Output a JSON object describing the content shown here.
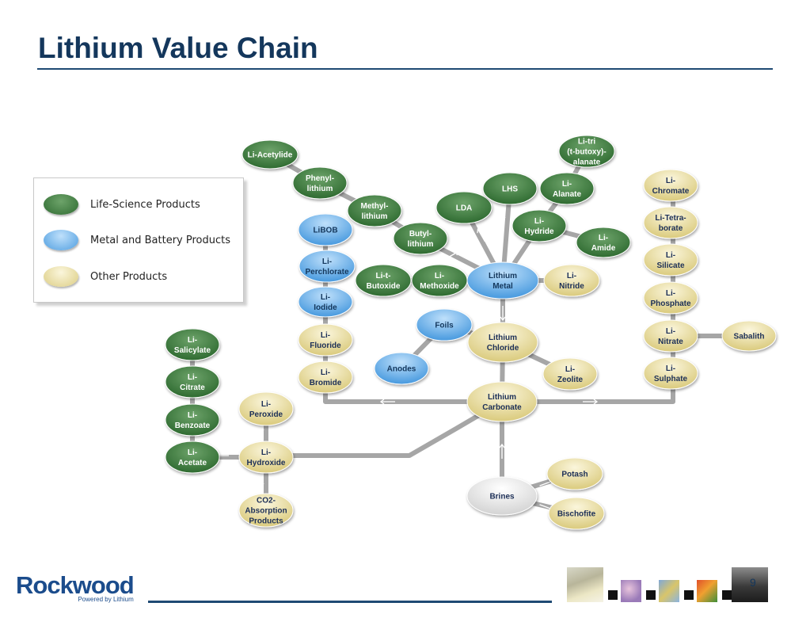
{
  "title": "Lithium Value Chain",
  "page_number": "9",
  "logo": {
    "name": "Rockwood",
    "tagline": "Powered by Lithium"
  },
  "colors": {
    "title": "#14375c",
    "rule": "#1f4a73",
    "life_science": "#3f7f3f",
    "metal_battery": "#6aaee6",
    "other": "#ece0a4",
    "white": "#f2f2f2",
    "connector": "#a6a6a6"
  },
  "legend": [
    {
      "kind": "life_science",
      "label": "Life-Science Products"
    },
    {
      "kind": "metal_battery",
      "label": "Metal and Battery Products"
    },
    {
      "kind": "other",
      "label": "Other Products"
    }
  ],
  "nodes": [
    {
      "id": "acetylide",
      "kind": "life_science",
      "lines": [
        "Li-Acetylide"
      ]
    },
    {
      "id": "phenyl",
      "kind": "life_science",
      "lines": [
        "Phenyl-",
        "lithium"
      ]
    },
    {
      "id": "methyl",
      "kind": "life_science",
      "lines": [
        "Methyl-",
        "lithium"
      ]
    },
    {
      "id": "butyl",
      "kind": "life_science",
      "lines": [
        "Butyl-",
        "lithium"
      ]
    },
    {
      "id": "lda",
      "kind": "life_science",
      "lines": [
        "LDA"
      ]
    },
    {
      "id": "lhs",
      "kind": "life_science",
      "lines": [
        "LHS"
      ]
    },
    {
      "id": "tributoxy",
      "kind": "life_science",
      "lines": [
        "Li-tri",
        "(t-butoxy)-",
        "alanate"
      ]
    },
    {
      "id": "alanate",
      "kind": "life_science",
      "lines": [
        "Li-",
        "Alanate"
      ]
    },
    {
      "id": "hydride",
      "kind": "life_science",
      "lines": [
        "Li-",
        "Hydride"
      ]
    },
    {
      "id": "amide",
      "kind": "life_science",
      "lines": [
        "Li-",
        "Amide"
      ]
    },
    {
      "id": "butoxide",
      "kind": "life_science",
      "lines": [
        "Li-t-",
        "Butoxide"
      ]
    },
    {
      "id": "methoxide",
      "kind": "life_science",
      "lines": [
        "Li-",
        "Methoxide"
      ]
    },
    {
      "id": "libob",
      "kind": "metal_battery",
      "lines": [
        "LiBOB"
      ]
    },
    {
      "id": "perchlorate",
      "kind": "metal_battery",
      "lines": [
        "Li-",
        "Perchlorate"
      ]
    },
    {
      "id": "iodide",
      "kind": "metal_battery",
      "lines": [
        "Li-",
        "Iodide"
      ]
    },
    {
      "id": "fluoride",
      "kind": "other",
      "lines": [
        "Li-",
        "Fluoride"
      ]
    },
    {
      "id": "bromide",
      "kind": "other",
      "lines": [
        "Li-",
        "Bromide"
      ]
    },
    {
      "id": "metal",
      "kind": "metal_battery",
      "lines": [
        "Lithium",
        "Metal"
      ]
    },
    {
      "id": "nitride",
      "kind": "other",
      "lines": [
        "Li-",
        "Nitride"
      ]
    },
    {
      "id": "foils",
      "kind": "metal_battery",
      "lines": [
        "Foils"
      ]
    },
    {
      "id": "anodes",
      "kind": "metal_battery",
      "lines": [
        "Anodes"
      ]
    },
    {
      "id": "chloride",
      "kind": "other",
      "lines": [
        "Lithium",
        "Chloride"
      ]
    },
    {
      "id": "zeolite",
      "kind": "other",
      "lines": [
        "Li-",
        "Zeolite"
      ]
    },
    {
      "id": "carbonate",
      "kind": "other",
      "lines": [
        "Lithium",
        "Carbonate"
      ]
    },
    {
      "id": "chromate",
      "kind": "other",
      "lines": [
        "Li-",
        "Chromate"
      ]
    },
    {
      "id": "tetraborate",
      "kind": "other",
      "lines": [
        "Li-Tetra-",
        "borate"
      ]
    },
    {
      "id": "silicate",
      "kind": "other",
      "lines": [
        "Li-",
        "Silicate"
      ]
    },
    {
      "id": "phosphate",
      "kind": "other",
      "lines": [
        "Li-",
        "Phosphate"
      ]
    },
    {
      "id": "nitrate",
      "kind": "other",
      "lines": [
        "Li-",
        "Nitrate"
      ]
    },
    {
      "id": "sulphate",
      "kind": "other",
      "lines": [
        "Li-",
        "Sulphate"
      ]
    },
    {
      "id": "sabalith",
      "kind": "other",
      "lines": [
        "Sabalith"
      ]
    },
    {
      "id": "salicylate",
      "kind": "life_science",
      "lines": [
        "Li-",
        "Salicylate"
      ]
    },
    {
      "id": "citrate",
      "kind": "life_science",
      "lines": [
        "Li-",
        "Citrate"
      ]
    },
    {
      "id": "benzoate",
      "kind": "life_science",
      "lines": [
        "Li-",
        "Benzoate"
      ]
    },
    {
      "id": "acetate",
      "kind": "life_science",
      "lines": [
        "Li-",
        "Acetate"
      ]
    },
    {
      "id": "peroxide",
      "kind": "other",
      "lines": [
        "Li-",
        "Peroxide"
      ]
    },
    {
      "id": "hydroxide",
      "kind": "other",
      "lines": [
        "Li-",
        "Hydroxide"
      ]
    },
    {
      "id": "co2",
      "kind": "other",
      "lines": [
        "CO2-",
        "Absorption",
        "Products"
      ]
    },
    {
      "id": "brines",
      "kind": "white",
      "lines": [
        "Brines"
      ]
    },
    {
      "id": "potash",
      "kind": "other",
      "lines": [
        "Potash"
      ]
    },
    {
      "id": "bischofite",
      "kind": "other",
      "lines": [
        "Bischofite"
      ]
    }
  ],
  "thumbnails": [
    "lab-flask-thumbnail",
    "flowers-thumbnail",
    "pills-thumbnail",
    "fruit-thumbnail",
    "car-thumbnail"
  ]
}
